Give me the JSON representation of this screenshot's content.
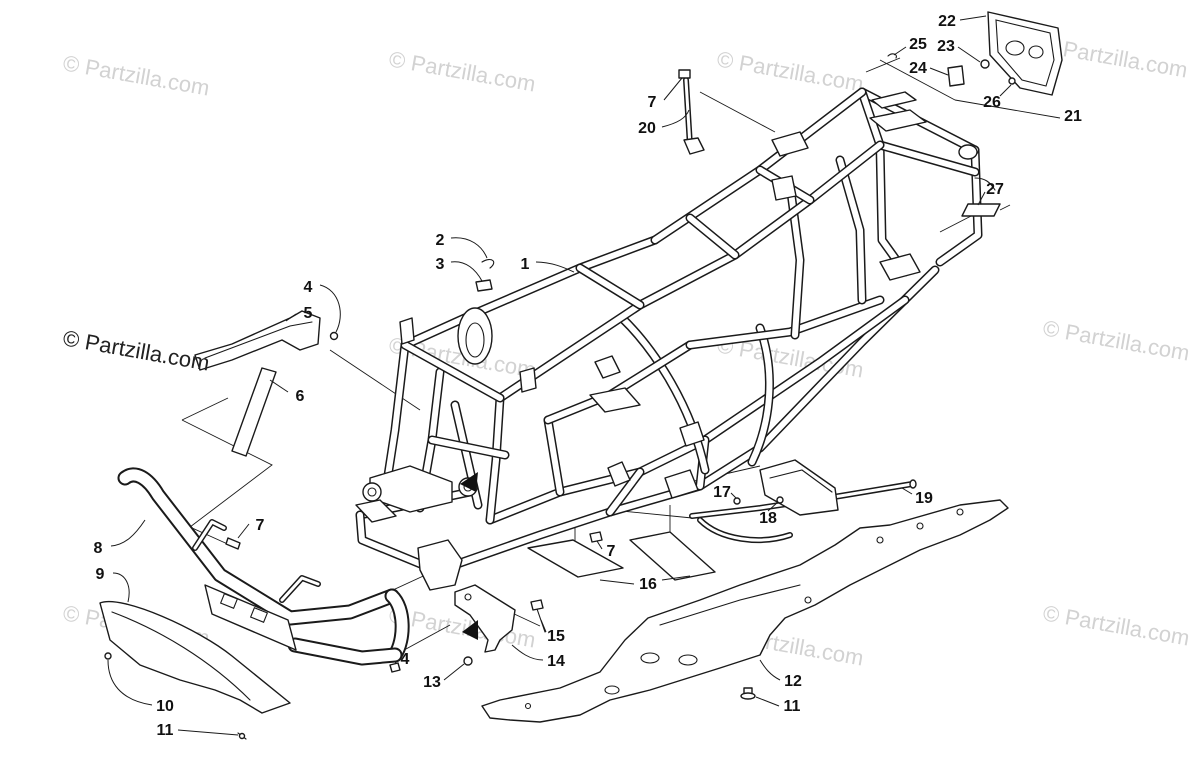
{
  "watermark": {
    "main": "© Partzilla.com",
    "faded": [
      "© Partzilla.com",
      "© Partzilla.com",
      "© Partzilla.com",
      "© Partzilla.com",
      "© Partzilla.com",
      "© Partzilla.com",
      "© Partzilla.com",
      "© Partzilla.com",
      "© Partzilla.com",
      "© Partzilla.com",
      "© Partzilla.com"
    ]
  },
  "callouts": [
    "22",
    "25",
    "23",
    "24",
    "26",
    "21",
    "7",
    "20",
    "27",
    "2",
    "3",
    "1",
    "4",
    "5",
    "6",
    "17",
    "19",
    "18",
    "7",
    "8",
    "7",
    "9",
    "16",
    "15",
    "14",
    "4",
    "13",
    "12",
    "10",
    "11",
    "11"
  ]
}
